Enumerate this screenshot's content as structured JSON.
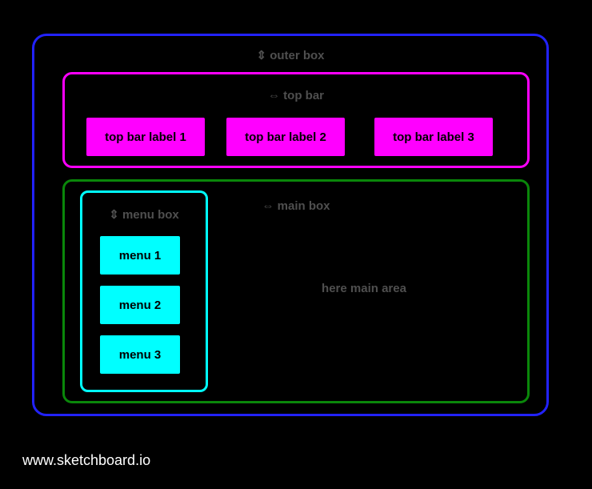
{
  "diagram": {
    "outer_box": {
      "label": "⇕ outer box"
    },
    "top_bar": {
      "label": "⇔ top bar",
      "items": [
        {
          "label": "top bar label 1"
        },
        {
          "label": "top bar label 2"
        },
        {
          "label": "top bar label 3"
        }
      ]
    },
    "main_box": {
      "label": "⇔ main box",
      "area_label": "here main area",
      "menu_box": {
        "label": "⇕ menu box",
        "items": [
          {
            "label": "menu 1"
          },
          {
            "label": "menu 2"
          },
          {
            "label": "menu 3"
          }
        ]
      }
    }
  },
  "footer": {
    "site": "www.sketchboard.io"
  },
  "colors": {
    "background": "#000000",
    "outer_border": "#2222ff",
    "top_bar_border": "#ff00ff",
    "top_bar_fill": "#ff00ff",
    "main_border": "#0a870a",
    "menu_border": "#00ffff",
    "menu_fill": "#00ffff",
    "container_label_text": "#4f4f4f",
    "shape_text": "#000000",
    "footer_text": "#ffffff"
  }
}
